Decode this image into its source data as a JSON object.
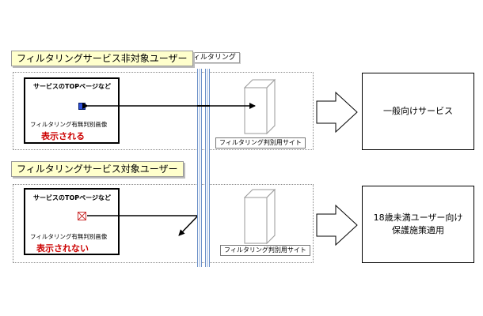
{
  "section_nontarget": {
    "header": "フィルタリングサービス非対象ユーザー",
    "page_title": "サービスのTOPページなど",
    "image_caption": "フィルタリング有無判別画像",
    "status": "表示される",
    "site_label": "フィルタリング判別用サイト",
    "result": "一般向けサービス"
  },
  "section_target": {
    "header": "フィルタリングサービス対象ユーザー",
    "page_title": "サービスのTOPページなど",
    "image_caption": "フィルタリング有無判別画像",
    "status": "表示されない",
    "site_label": "フィルタリング判別用サイト",
    "result_line1": "18歳未満ユーザー向け",
    "result_line2": "保護施策適用"
  },
  "filter_label": "フィルタリング",
  "colors": {
    "header_bg": "#ffffcc",
    "status_red": "#cc0000",
    "indicator_blue": "#2f4fd8",
    "filter_blue": "#6a8fc7"
  }
}
